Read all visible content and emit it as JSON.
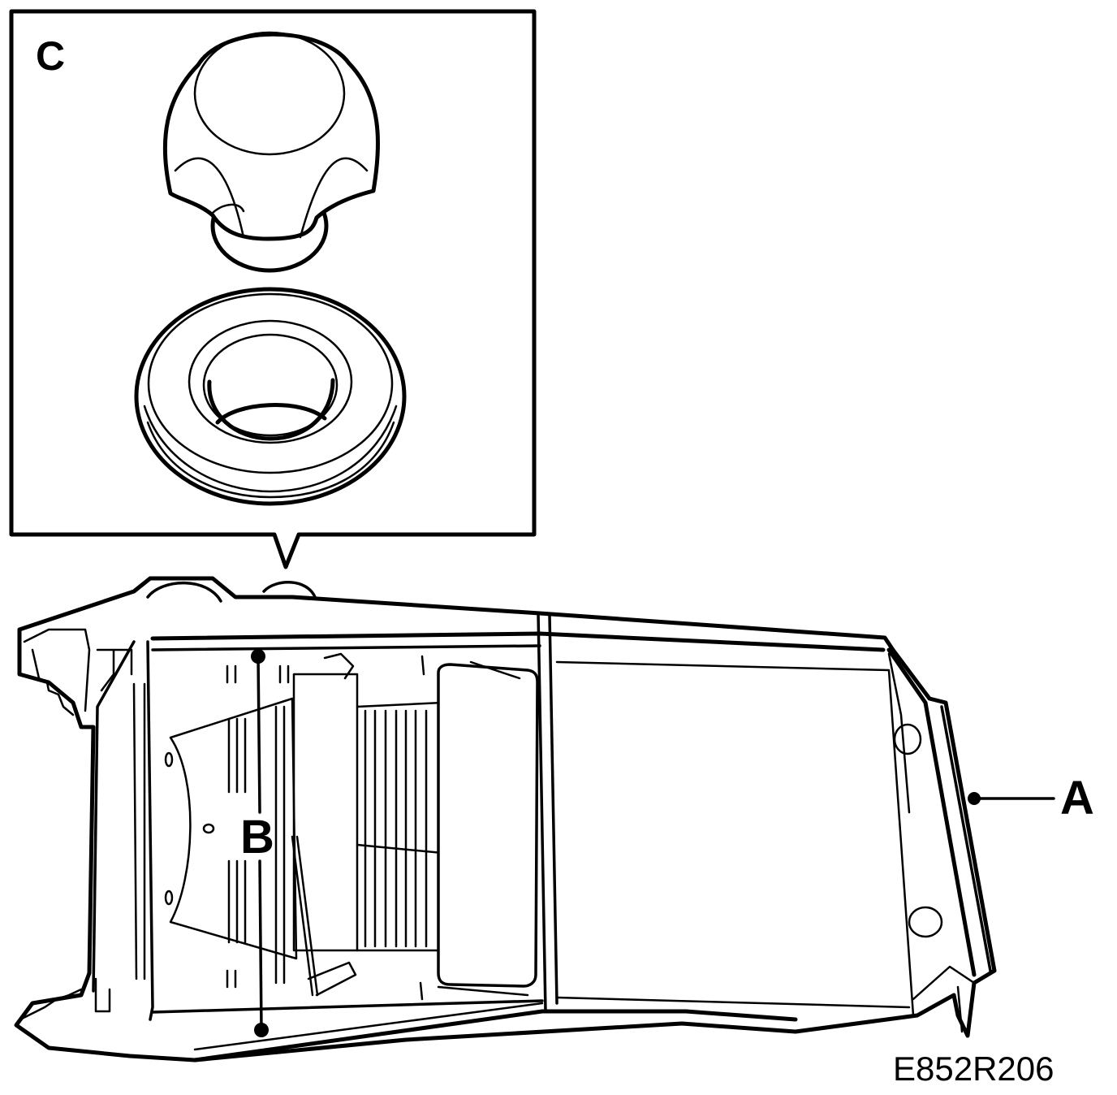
{
  "callouts": {
    "a": "A",
    "b": "B",
    "c": "C"
  },
  "figure_code": "E852R206",
  "colors": {
    "line": "#000000",
    "background": "#ffffff"
  }
}
